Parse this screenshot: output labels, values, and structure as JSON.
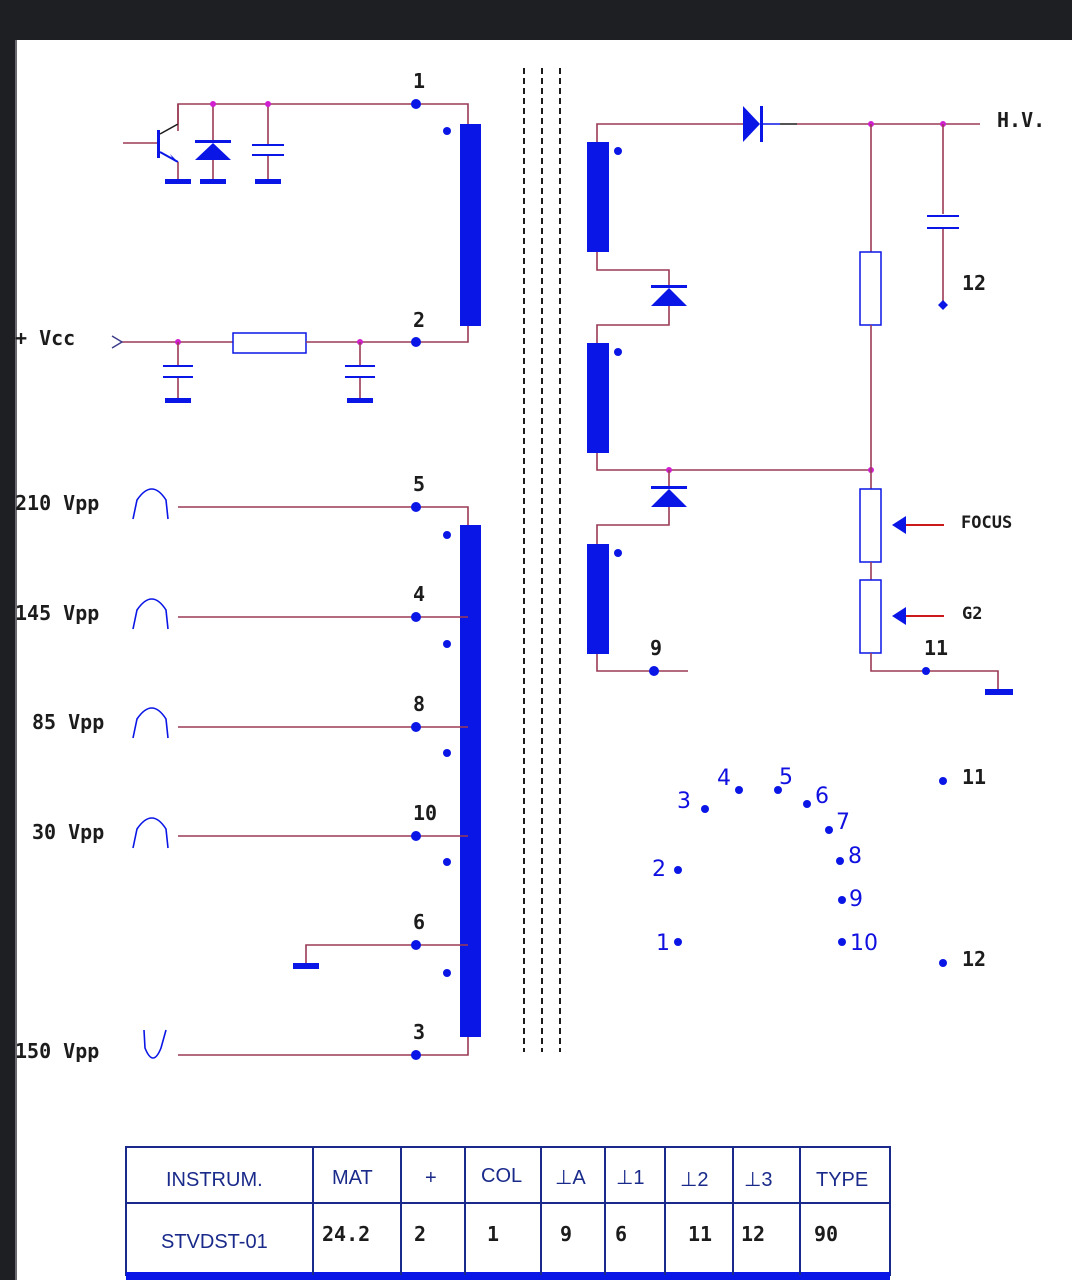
{
  "primary": {
    "vcc_label": "+ Vcc",
    "pins": {
      "p1": "1",
      "p2": "2",
      "p5": "5",
      "p4": "4",
      "p8": "8",
      "p10": "10",
      "p6": "6",
      "p3": "3"
    },
    "outputs": [
      {
        "label": "210 Vpp",
        "pulse": "positive"
      },
      {
        "label": "145 Vpp",
        "pulse": "positive"
      },
      {
        "label": "85 Vpp",
        "pulse": "positive"
      },
      {
        "label": "30 Vpp",
        "pulse": "positive"
      },
      {
        "label": "150 Vpp",
        "pulse": "negative"
      }
    ]
  },
  "secondary": {
    "hv_label": "H.V.",
    "focus_label": "FOCUS",
    "g2_label": "G2",
    "pin9": "9",
    "pin11": "11",
    "pin12": "12"
  },
  "base_pinout": [
    "1",
    "2",
    "3",
    "4",
    "5",
    "6",
    "7",
    "8",
    "9",
    "10",
    "11",
    "12"
  ],
  "table": {
    "headers": [
      "INSTRUM.",
      "MAT",
      "+",
      "COL",
      "⊥A",
      "⊥1",
      "⊥2",
      "⊥3",
      "TYPE"
    ],
    "row": [
      "STVDST-01",
      "24.2",
      "2",
      "1",
      "9",
      "6",
      "11",
      "12",
      "90"
    ]
  },
  "colors": {
    "winding": "#0a16e6",
    "wire": "#9b3a55",
    "text": "#1c1c1c",
    "background": "#ffffff"
  }
}
